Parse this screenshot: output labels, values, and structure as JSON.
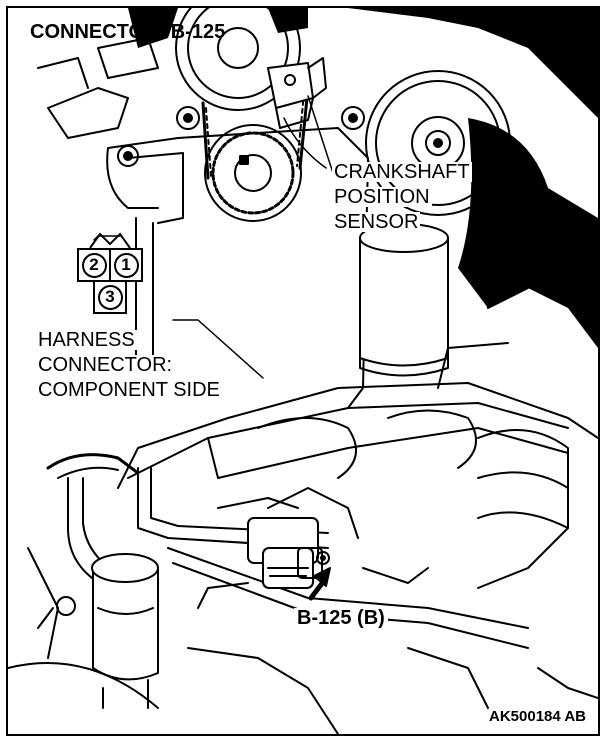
{
  "header": {
    "title": "CONNECTOR: B-125"
  },
  "labels": {
    "sensor_line1": "CRANKSHAFT",
    "sensor_line2": "POSITION",
    "sensor_line3": "SENSOR",
    "harness_line1": "HARNESS",
    "harness_line2": "CONNECTOR:",
    "harness_line3": "COMPONENT SIDE",
    "callout": "B-125 (B)",
    "figure_code": "AK500184 AB"
  },
  "connector": {
    "pins": [
      "2",
      "1",
      "3"
    ]
  },
  "colors": {
    "ink": "#000000",
    "paper": "#ffffff"
  }
}
